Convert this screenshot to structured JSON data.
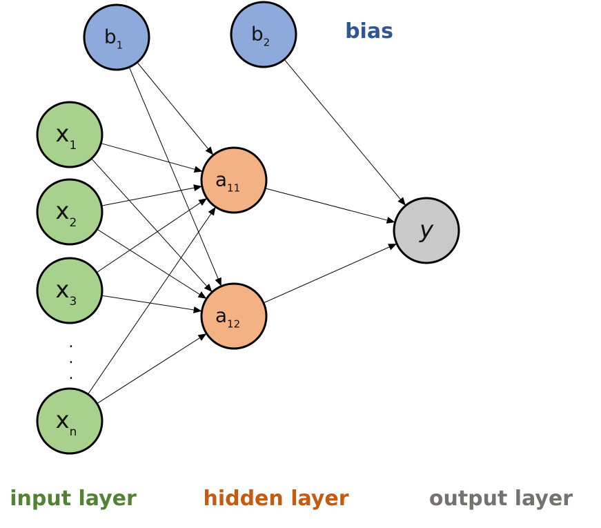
{
  "nodes": {
    "b1": {
      "main": "b",
      "sub": "1",
      "color": "#8EA9DB"
    },
    "b2": {
      "main": "b",
      "sub": "2",
      "color": "#8EA9DB"
    },
    "x1": {
      "main": "x",
      "sub": "1",
      "color": "#A9D18E"
    },
    "x2": {
      "main": "x",
      "sub": "2",
      "color": "#A9D18E"
    },
    "x3": {
      "main": "x",
      "sub": "3",
      "color": "#A9D18E"
    },
    "xn": {
      "main": "x",
      "sub": "n",
      "color": "#A9D18E"
    },
    "a11": {
      "main": "a",
      "sub": "11",
      "color": "#F4B183"
    },
    "a12": {
      "main": "a",
      "sub": "12",
      "color": "#F4B183"
    },
    "y": {
      "main": "y",
      "sub": "",
      "color": "#C9C9C9"
    }
  },
  "ellipsis": ".",
  "labels": {
    "bias": {
      "text": "bias",
      "color": "#2F5597"
    },
    "input_layer": {
      "text": "input layer",
      "color": "#548235"
    },
    "hidden_layer": {
      "text": "hidden layer",
      "color": "#C55A11"
    },
    "output_layer": {
      "text": "output layer",
      "color": "#767171"
    }
  },
  "edges": [
    [
      "x1",
      "a11"
    ],
    [
      "x1",
      "a12"
    ],
    [
      "x2",
      "a11"
    ],
    [
      "x2",
      "a12"
    ],
    [
      "x3",
      "a11"
    ],
    [
      "x3",
      "a12"
    ],
    [
      "xn",
      "a11"
    ],
    [
      "xn",
      "a12"
    ],
    [
      "b1",
      "a11"
    ],
    [
      "b1",
      "a12"
    ],
    [
      "a11",
      "y"
    ],
    [
      "a12",
      "y"
    ],
    [
      "b2",
      "y"
    ]
  ]
}
